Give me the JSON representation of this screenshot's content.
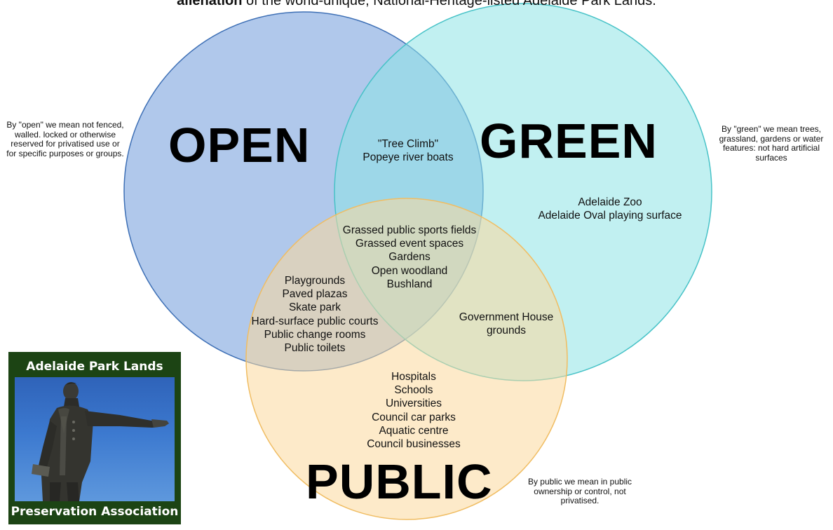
{
  "header": {
    "bold_text": "alienation",
    "rest_text": " of the world-unique, National-Heritage-listed Adelaide Park Lands."
  },
  "circles": {
    "open": {
      "label": "OPEN",
      "fill": "#7fa6de",
      "stroke": "#3d6fb5"
    },
    "green": {
      "label": "GREEN",
      "fill": "#8ee3e5",
      "stroke": "#47c2c7"
    },
    "public": {
      "label": "PUBLIC",
      "fill": "#fcd89d",
      "stroke": "#f0bd63"
    }
  },
  "regions": {
    "open_green": [
      "\"Tree Climb\"",
      "Popeye river boats"
    ],
    "all_three": [
      "Grassed public sports fields",
      "Grassed event spaces",
      "Gardens",
      "Open woodland",
      "Bushland"
    ],
    "green_only": [
      "Adelaide Zoo",
      "Adelaide Oval playing surface"
    ],
    "open_public": [
      "Playgrounds",
      "Paved plazas",
      "Skate park",
      "Hard-surface public courts",
      "Public change rooms",
      "Public toilets"
    ],
    "green_public": [
      "Government House",
      "grounds"
    ],
    "public_only": [
      "Hospitals",
      "Schools",
      "Universities",
      "Council car parks",
      "Aquatic centre",
      "Council businesses"
    ]
  },
  "notes": {
    "open": "By \"open\" we mean not fenced, walled. locked or otherwise reserved for privatised use or for specific purposes or groups.",
    "green": "By \"green\" we mean trees, grassland, gardens or water features: not hard artificial surfaces",
    "public": "By public we mean in public ownership or control, not privatised."
  },
  "logo": {
    "top_text": "Adelaide Park Lands",
    "bottom_text": "Preservation Association",
    "image": "statue-pointing-photo"
  }
}
